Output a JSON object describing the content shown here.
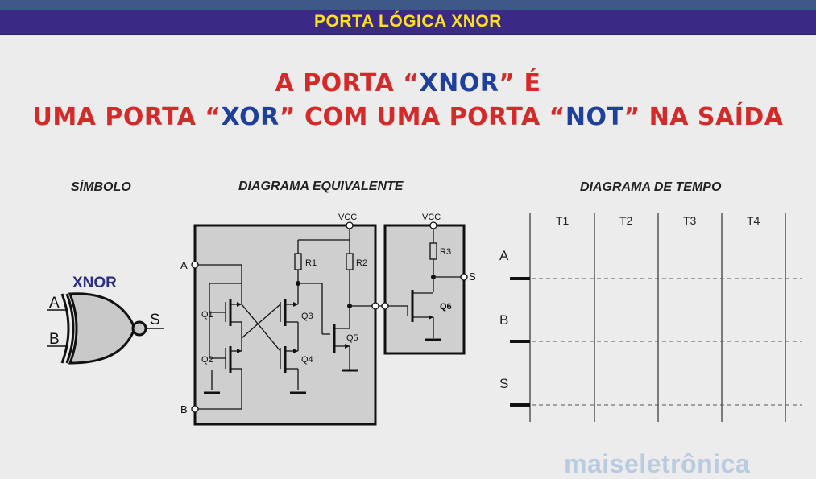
{
  "header": {
    "title": "PORTA LÓGICA XNOR"
  },
  "headline": {
    "line1_a": "A PORTA “",
    "line1_b": "XNOR",
    "line1_c": "” É",
    "line2_a": "UMA PORTA “",
    "line2_b": "XOR",
    "line2_c": "” COM UMA PORTA “",
    "line2_d": "NOT",
    "line2_e": "” NA SAÍDA"
  },
  "sections": {
    "symbol": "SÍMBOLO",
    "equivalent": "DIAGRAMA EQUIVALENTE",
    "timing": "DIAGRAMA DE TEMPO"
  },
  "symbol": {
    "gate_name": "XNOR",
    "input_a": "A",
    "input_b": "B",
    "output": "S"
  },
  "circuit": {
    "vcc1": "VCC",
    "vcc2": "VCC",
    "input_a": "A",
    "input_b": "B",
    "output": "S",
    "r1": "R1",
    "r2": "R2",
    "r3": "R3",
    "q1": "Q1",
    "q2": "Q2",
    "q3": "Q3",
    "q4": "Q4",
    "q5": "Q5",
    "q6": "Q6"
  },
  "timing": {
    "columns": [
      "T1",
      "T2",
      "T3",
      "T4"
    ],
    "signals": [
      "A",
      "B",
      "S"
    ]
  },
  "watermark": "maiseletrônica",
  "colors": {
    "title_bg": "#3a2a86",
    "title_text": "#ffe21a",
    "headline_red": "#d42a2a",
    "headline_blue": "#1e3f9c",
    "box_fill": "#cfcfcf",
    "gate_fill": "#c9c9c9",
    "gate_label": "#2e2d85"
  }
}
